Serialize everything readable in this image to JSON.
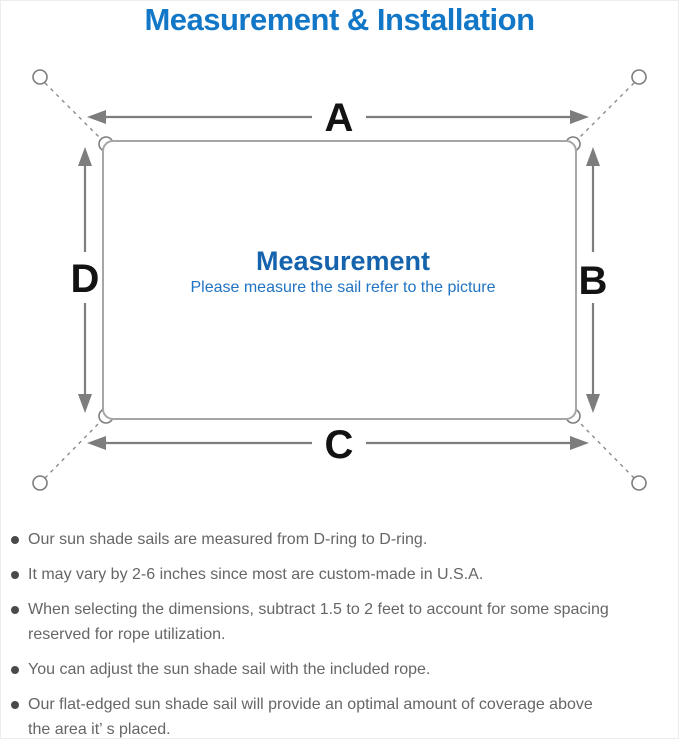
{
  "page_title": "Measurement & Installation",
  "diagram": {
    "heading": "Measurement",
    "subtitle": "Please measure the sail refer to the picture",
    "dimension_labels": {
      "top": "A",
      "right": "B",
      "bottom": "C",
      "left": "D"
    },
    "icons": {
      "anchor_ring": "open-circle",
      "d_ring": "corner-half-ring",
      "rope": "dashed-line",
      "dimension_arrow": "double-headed-arrow",
      "bullet": "filled-circle"
    }
  },
  "colors": {
    "title_blue": "#1377c8",
    "heading_blue": "#1563ac",
    "subtitle_blue": "#2074c4",
    "body_text_gray": "#666666",
    "arrow_gray": "#7d7d7d",
    "sail_outline_gray": "#a6a6a6",
    "label_black": "#131313"
  },
  "notes": [
    "Our sun shade sails are measured from D-ring to D-ring.",
    "It may vary by 2-6 inches since most are custom-made in U.S.A.",
    "When selecting the dimensions, subtract 1.5 to 2 feet to account for some spacing\nreserved for rope utilization.",
    "You can adjust the sun shade sail with the included rope.",
    "Our flat-edged sun shade sail will provide an optimal amount of coverage above\nthe area it’ s placed."
  ]
}
